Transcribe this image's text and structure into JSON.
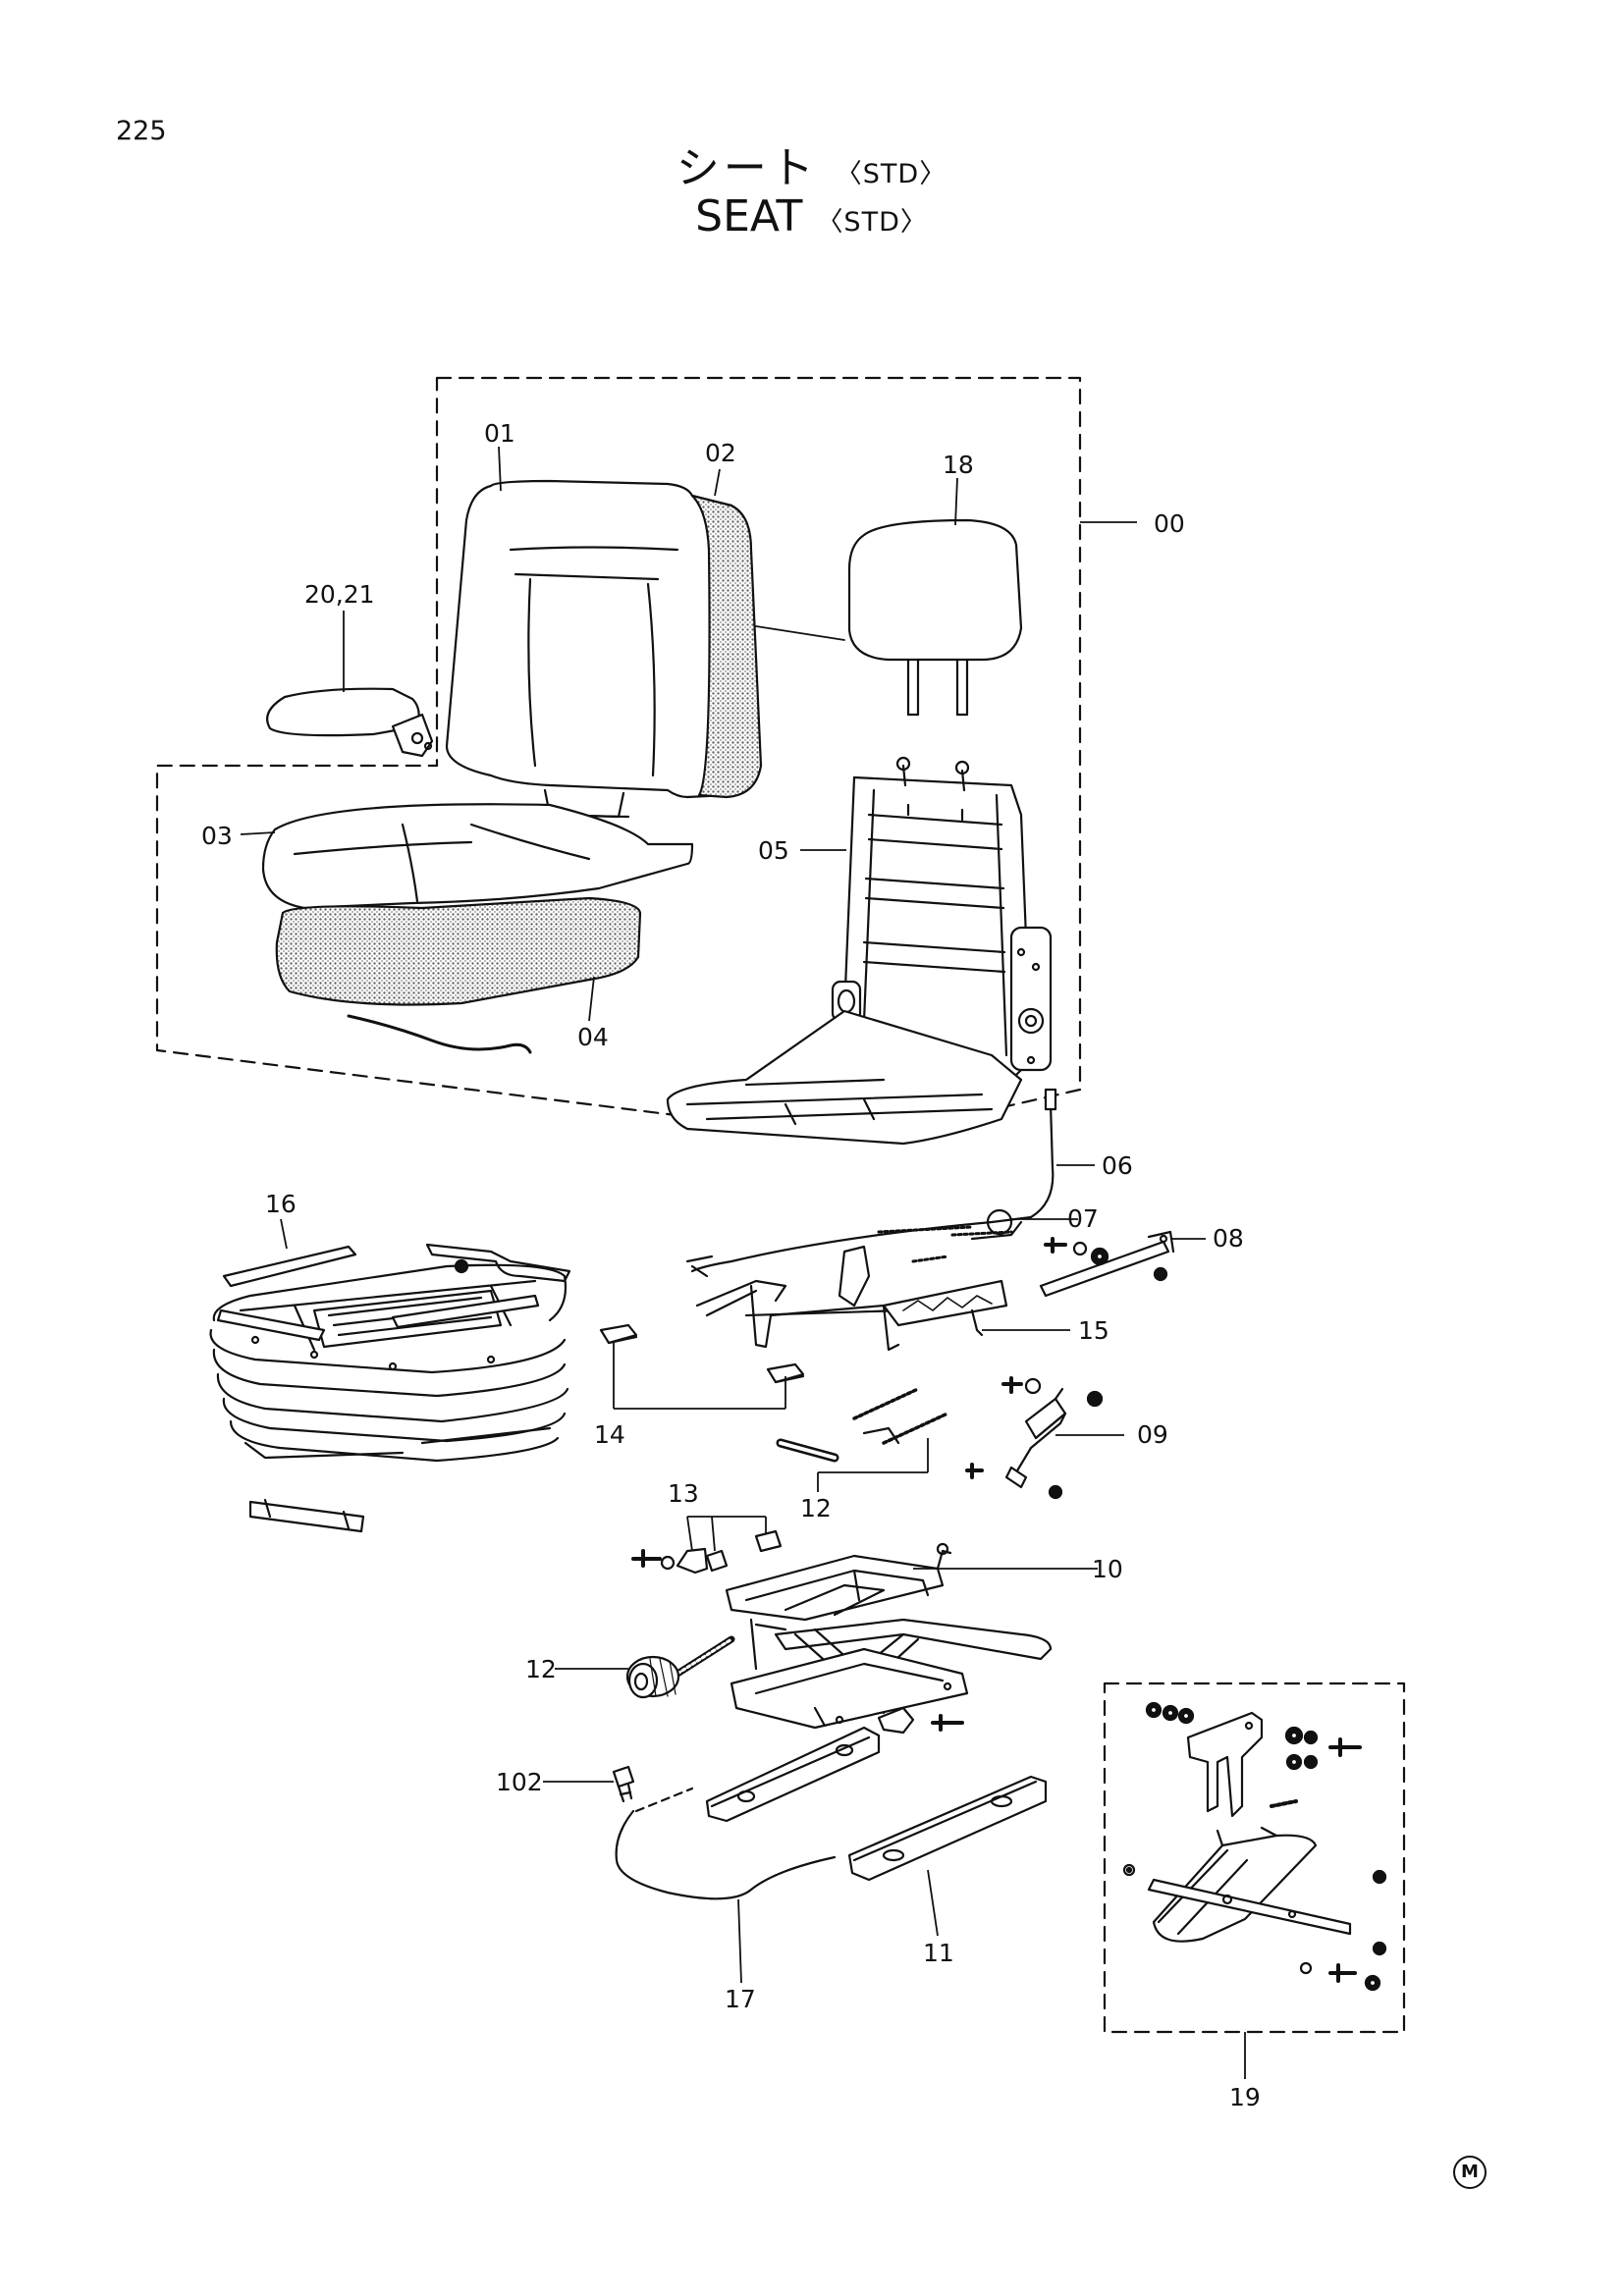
{
  "page": {
    "number": "225"
  },
  "title": {
    "jp": "シート",
    "en": "SEAT",
    "variant": "〈STD〉"
  },
  "callouts": {
    "c00": "00",
    "c01": "01",
    "c02": "02",
    "c03": "03",
    "c04": "04",
    "c05": "05",
    "c06": "06",
    "c07": "07",
    "c08": "08",
    "c09": "09",
    "c10": "10",
    "c11": "11",
    "c12a": "12",
    "c12b": "12",
    "c13": "13",
    "c14": "14",
    "c15": "15",
    "c16": "16",
    "c17": "17",
    "c18": "18",
    "c19": "19",
    "c2021": "20,21",
    "c102": "102"
  },
  "mark": {
    "label": "M"
  },
  "colors": {
    "ink": "#111111",
    "shade": "#8a8a8a"
  }
}
